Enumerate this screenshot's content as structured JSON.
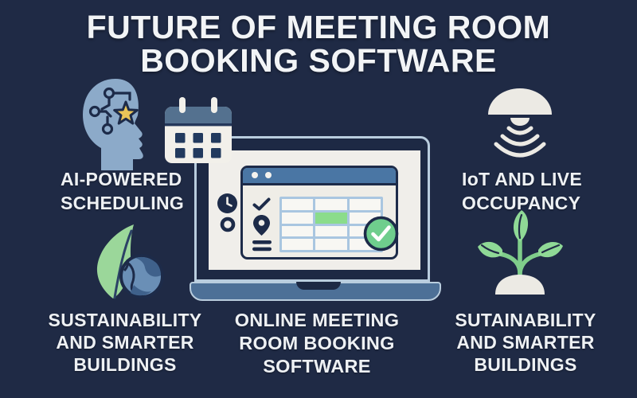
{
  "title": {
    "line1": "FUTURE OF MEETING ROOM",
    "line2": "BOOKING SOFTWARE"
  },
  "features": {
    "ai": {
      "icon": "ai-head-icon",
      "lines": [
        "AI-POWERED",
        "SCHEDULING"
      ]
    },
    "iot": {
      "icon": "iot-sensor-icon",
      "lines": [
        "IoT AND LIVE",
        "OCCUPANCY"
      ]
    },
    "sustainability_left": {
      "icon": "leaf-globe-icon",
      "lines": [
        "SUSTAINABILITY",
        "AND SMARTER",
        "BUILDINGS"
      ]
    },
    "sustainability_right": {
      "icon": "sprout-icon",
      "lines": [
        "SUTAINABILITY",
        "AND SMARTER",
        "BUILDINGS"
      ]
    }
  },
  "caption": {
    "lines": [
      "ONLINE MEETING",
      "ROOM BOOKING",
      "SOFTWARE"
    ]
  },
  "colors": {
    "background": "#1f2a45",
    "text": "#f2f4f6",
    "navy_ink": "#1d2b49",
    "head_blue": "#8caac9",
    "star_gold": "#eac558",
    "steel_blue": "#4a76a4",
    "laptop_outline": "#b9cdde",
    "laptop_base": "#4d7097",
    "table_border": "#a9c6e0",
    "booked_green": "#8bdc8b",
    "check_green": "#6fce8d",
    "leaf_green": "#9bd79a",
    "sprout_green": "#8fd996",
    "icon_white": "#eceae4"
  }
}
